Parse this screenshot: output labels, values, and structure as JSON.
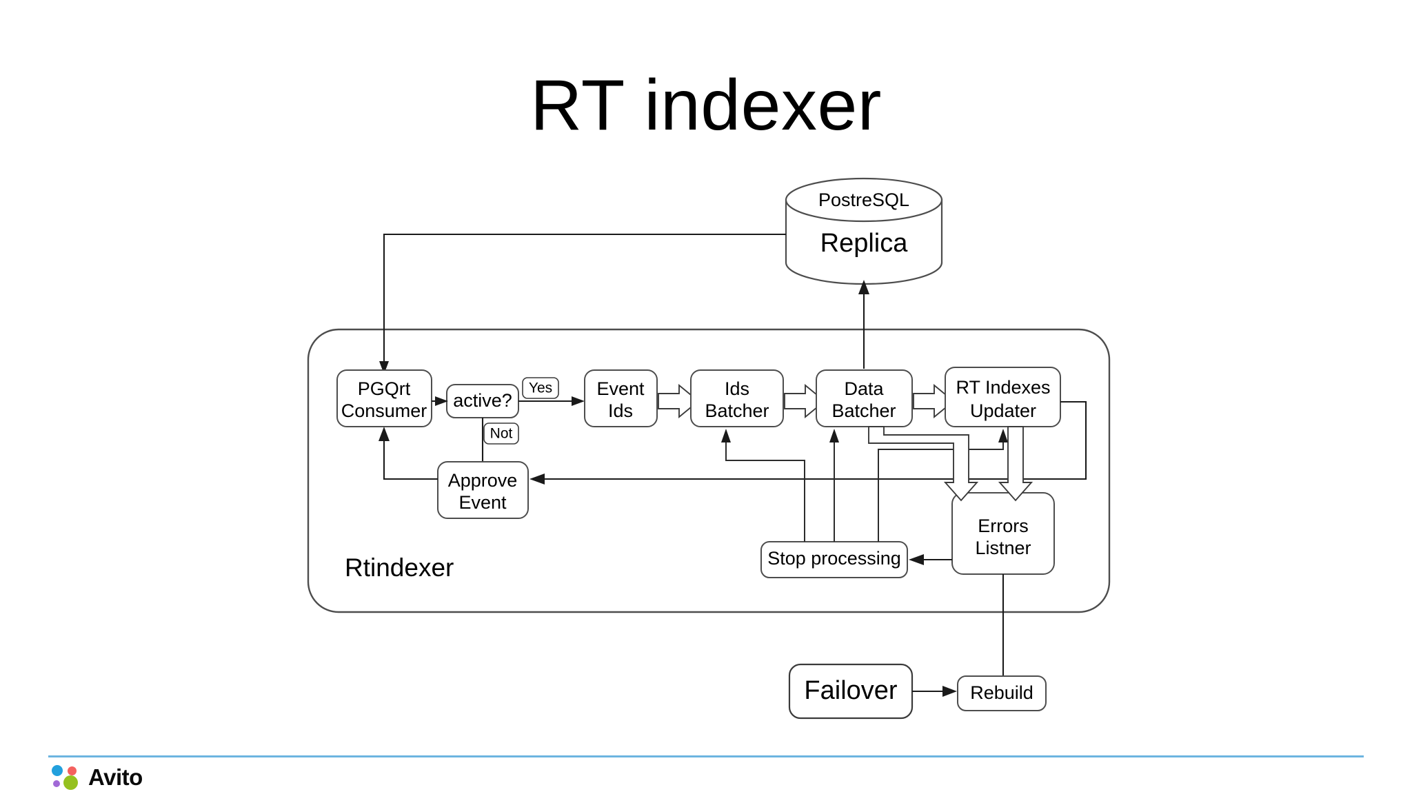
{
  "slide": {
    "title": "RT indexer",
    "background_color": "#ffffff"
  },
  "diagram": {
    "type": "flowchart",
    "group": {
      "label": "Rtindexer"
    },
    "datastore": {
      "top_label": "PostreSQL",
      "body_label": "Replica"
    },
    "nodes": [
      {
        "id": "pgqrt-consumer",
        "label_line1": "PGQrt",
        "label_line2": "Consumer"
      },
      {
        "id": "active-decision",
        "label_line1": "active?",
        "label_line2": ""
      },
      {
        "id": "event-ids",
        "label_line1": "Event",
        "label_line2": "Ids"
      },
      {
        "id": "ids-batcher",
        "label_line1": "Ids",
        "label_line2": "Batcher"
      },
      {
        "id": "data-batcher",
        "label_line1": "Data",
        "label_line2": "Batcher"
      },
      {
        "id": "rt-indexes-updater",
        "label_line1": "RT Indexes",
        "label_line2": "Updater"
      },
      {
        "id": "approve-event",
        "label_line1": "Approve",
        "label_line2": "Event"
      },
      {
        "id": "errors-listner",
        "label_line1": "Errors",
        "label_line2": "Listner"
      },
      {
        "id": "stop-processing",
        "label_line1": "Stop processing",
        "label_line2": ""
      },
      {
        "id": "failover",
        "label_line1": "Failover",
        "label_line2": ""
      },
      {
        "id": "rebuild",
        "label_line1": "Rebuild",
        "label_line2": ""
      }
    ],
    "edge_labels": {
      "yes": "Yes",
      "not": "Not"
    },
    "colors": {
      "stroke": "#4d4d4d",
      "link": "#1a1a1a",
      "fill": "#ffffff"
    }
  },
  "footer": {
    "brand_name": "Avito",
    "rule_color": "#6cb4e0",
    "dots": {
      "blue": "#22a0dd",
      "red": "#f4615f",
      "purple": "#a169d6",
      "green": "#95c11f"
    }
  }
}
